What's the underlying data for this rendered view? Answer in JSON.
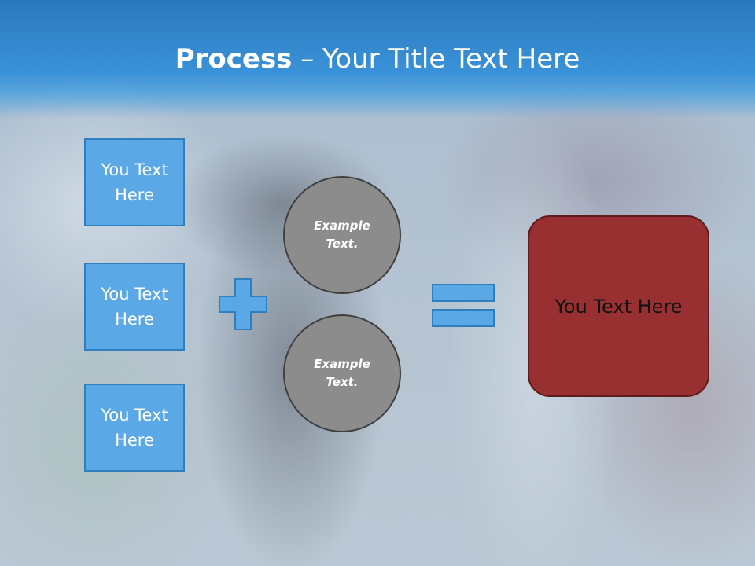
{
  "slide": {
    "title_bold": "Process",
    "title_rest": " – Your Title Text Here",
    "side_boxes": [
      {
        "label": "You Text Here"
      },
      {
        "label": "You Text Here"
      },
      {
        "label": "You Text Here"
      }
    ],
    "circles": [
      {
        "label": "Example Text."
      },
      {
        "label": "Example Text."
      }
    ],
    "result_box": {
      "label": "You Text Here"
    },
    "colors": {
      "title_bar": "#3a92d8",
      "side_box_fill": "#5aa9e6",
      "side_box_border": "#2f7fbf",
      "circle_fill": "#8c8c8c",
      "result_fill": "#982f31"
    },
    "icons": [
      "plus-icon",
      "equals-icon"
    ]
  }
}
